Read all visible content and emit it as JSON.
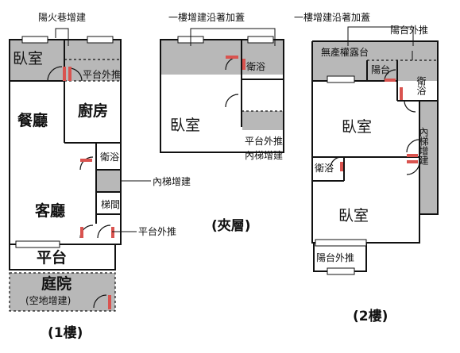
{
  "floor1": {
    "caption": "(1樓)",
    "rooms": {
      "bedroom": "臥室",
      "dining": "餐廳",
      "kitchen": "廚房",
      "bathroom": "衛浴",
      "living": "客廳",
      "stairs": "梯間",
      "balcony": "平台",
      "courtyard": "庭院",
      "courtyard_note": "(空地增建)"
    },
    "annotations": {
      "fire_lane": "陽火巷增建",
      "balcony_push_top": "平台外推",
      "inner_stair": "內梯增建",
      "balcony_push_bottom": "平台外推"
    }
  },
  "mezzanine": {
    "caption": "(夾層)",
    "rooms": {
      "bedroom": "臥室",
      "bathroom": "衛浴"
    },
    "annotations": {
      "roof_addition": "一樓增建沿著加蓋",
      "balcony_push": "平台外推",
      "inner_stair": "內梯增建"
    }
  },
  "floor2": {
    "caption": "(2樓)",
    "rooms": {
      "bedroom_top": "臥室",
      "bedroom_bottom": "臥室",
      "bathroom_left": "衛浴",
      "bathroom_right": "衛浴",
      "balcony_small": "陽台",
      "inner_stair": "內梯增建"
    },
    "annotations": {
      "roof_addition": "一樓增建沿著加蓋",
      "balcony_push_top": "陽台外推",
      "terrace": "無產權露台",
      "balcony_push_bottom": "陽台外推"
    }
  },
  "colors": {
    "wall": "#111111",
    "added_area": "#b8b8b8",
    "door_accent": "#d9534f",
    "background": "#ffffff"
  }
}
